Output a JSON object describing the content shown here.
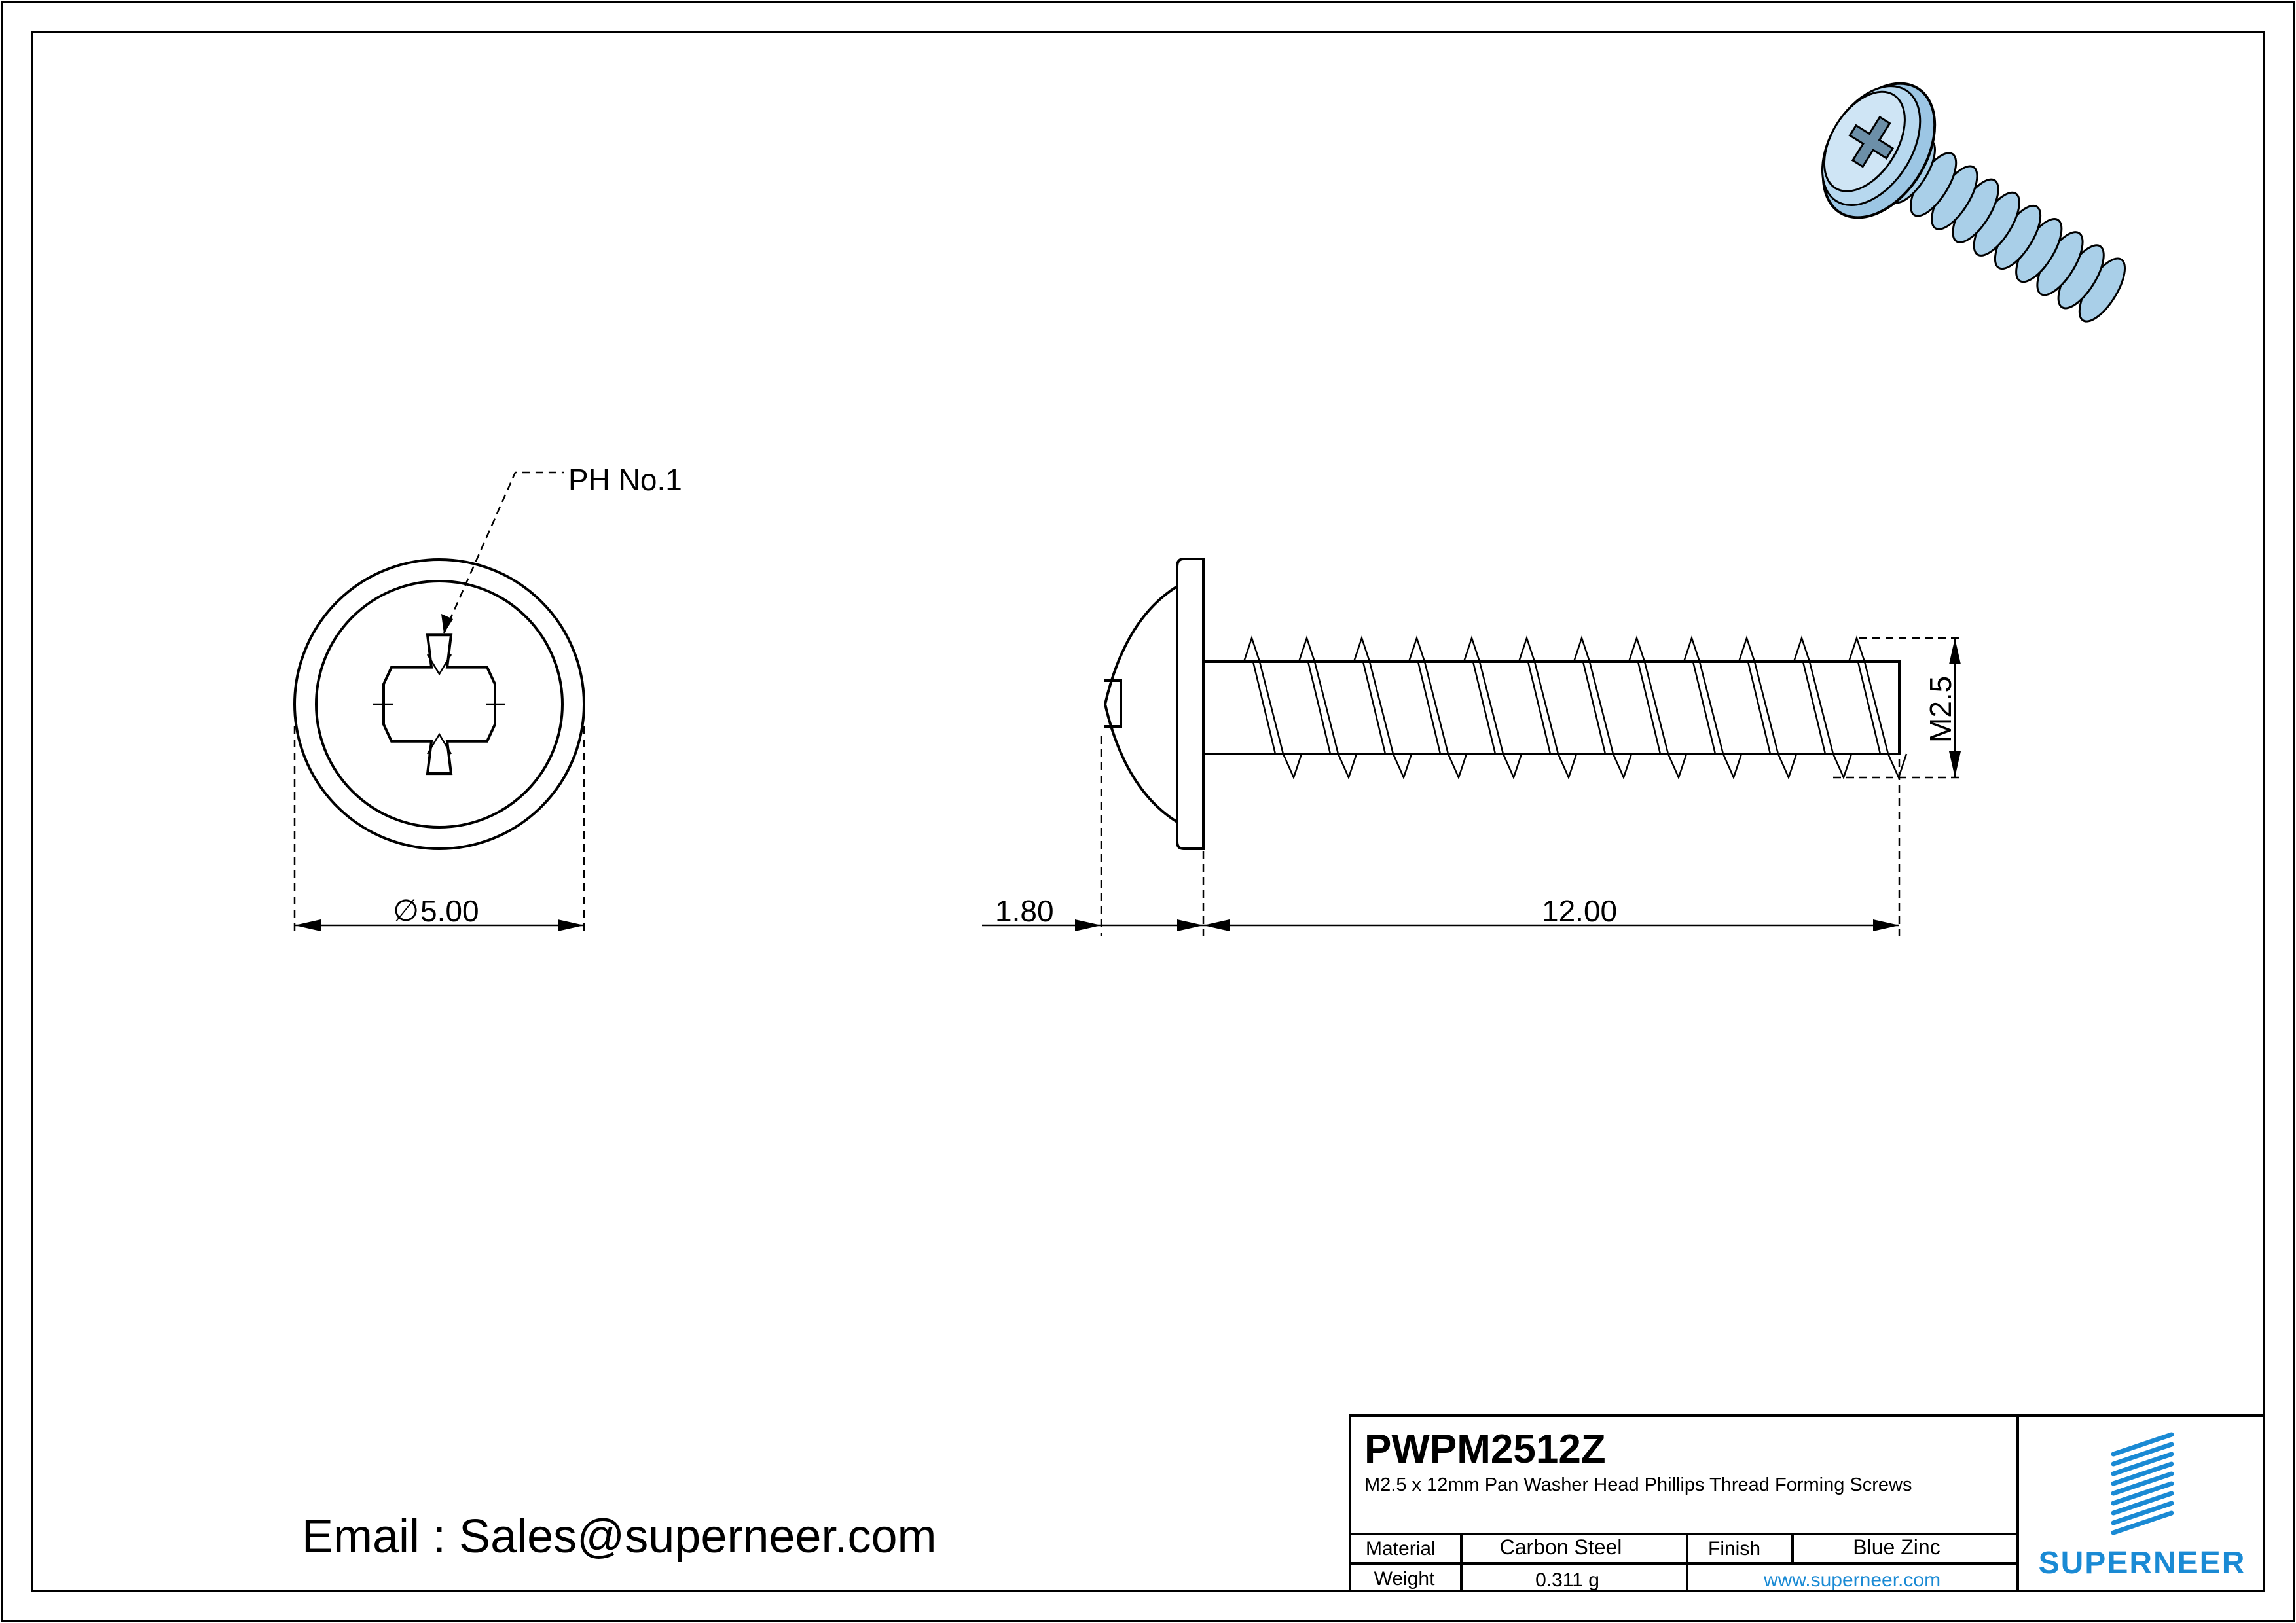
{
  "drawing": {
    "front_view": {
      "callout": "PH No.1",
      "diameter_symbol": "∅",
      "diameter": "5.00"
    },
    "side_view": {
      "head_height": "1.80",
      "length": "12.00",
      "thread": "M2.5"
    },
    "contact": "Email : Sales@superneer.com"
  },
  "title_block": {
    "part_number": "PWPM2512Z",
    "description": "M2.5 x 12mm Pan Washer Head Phillips Thread Forming Screws",
    "material_label": "Material",
    "material": "Carbon Steel",
    "finish_label": "Finish",
    "finish": "Blue Zinc",
    "weight_label": "Weight",
    "weight": "0.311 g",
    "website": "www.superneer.com",
    "logo_text": "SUPERNEER"
  },
  "colors": {
    "brand": "#1a8ad4",
    "screw_render": "#a9cfe8"
  }
}
